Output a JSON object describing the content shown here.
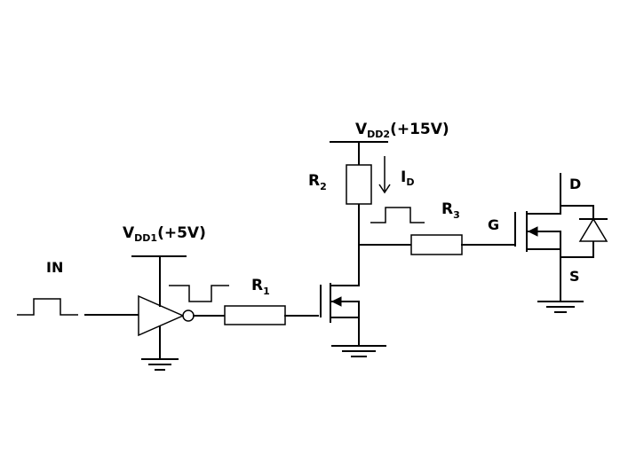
{
  "labels": {
    "in": "IN",
    "vdd1_main": "V",
    "vdd1_sub": "DD1",
    "vdd1_value": "(+5V)",
    "vdd2_main": "V",
    "vdd2_sub": "DD2",
    "vdd2_value": "(+15V)",
    "r1_main": "R",
    "r1_sub": "1",
    "r2_main": "R",
    "r2_sub": "2",
    "r3_main": "R",
    "r3_sub": "3",
    "id_main": "I",
    "id_sub": "D",
    "gate": "G",
    "drain": "D",
    "source": "S"
  },
  "icons": {
    "inverter": "inverter-icon",
    "resistor": "resistor-icon",
    "mosfet": "mosfet-icon",
    "ground": "ground-icon",
    "diode": "diode-icon",
    "pulse": "pulse-waveform-icon"
  }
}
